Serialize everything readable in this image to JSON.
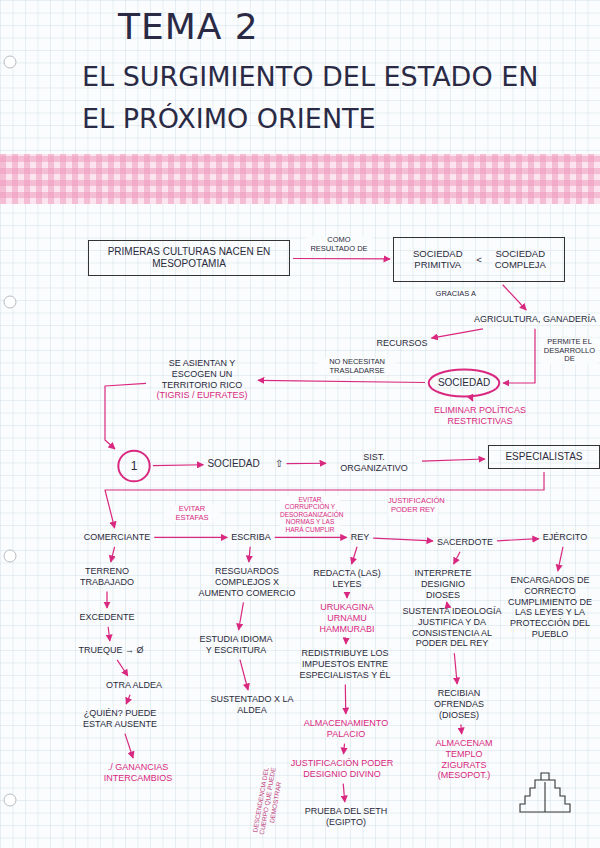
{
  "diagram": {
    "title": "TEMA 2",
    "nodes": [
      {
        "text": [
          "PRIMERAS CULTURAS NACEN EN MESOPOTAMIA"
        ]
      },
      {
        "text": [
          "SOCIEDAD PRIMITIVA",
          "<",
          "SOCIEDAD COMPLEJA"
        ]
      },
      {
        "text": [
          "AGRICULTURA, GANADERÍA"
        ]
      },
      {
        "text": [
          "RECURSOS"
        ]
      },
      {
        "text": [
          "SOCIEDAD"
        ]
      },
      {
        "text": [
          "ELIMINAR POLÍTICAS RESTRICTIVAS"
        ]
      },
      {
        "text": [
          "SE ASIENTAN Y ESCOGEN UN TERRITORIO RICO",
          "(TIGRIS / EUFRATES)"
        ]
      },
      {
        "text": [
          "1"
        ]
      },
      {
        "text": [
          "SOCIEDAD",
          "⇧"
        ]
      },
      {
        "text": [
          "SIST. ORGANIZATIVO"
        ]
      },
      {
        "text": [
          "ESPECIALISTAS"
        ]
      },
      {
        "text": [
          "COMERCIANTE"
        ]
      },
      {
        "text": [
          "ESCRIBA"
        ]
      },
      {
        "text": [
          "REY"
        ]
      },
      {
        "text": [
          "SACERDOTE"
        ]
      },
      {
        "text": [
          "EJÉRCITO"
        ]
      },
      {
        "text": [
          "TERRENO TRABAJADO"
        ]
      },
      {
        "text": [
          "EXCEDENTE"
        ]
      },
      {
        "text": [
          "TRUEQUE → Ø"
        ]
      },
      {
        "text": [
          "OTRA ALDEA"
        ]
      },
      {
        "text": [
          "¿QUIÉN? PUEDE ESTAR AUSENTE"
        ]
      },
      {
        "text": [
          "./ GANANCIAS INTERCAMBIOS"
        ]
      },
      {
        "text": [
          "RESGUARDOS COMPLEJOS X AUMENTO COMERCIO"
        ]
      },
      {
        "text": [
          "ESTUDIA IDIOMA Y ESCRITURA"
        ]
      },
      {
        "text": [
          "SUSTENTADO X LA ALDEA"
        ]
      },
      {
        "text": [
          "REDACTA (LAS) LEYES"
        ]
      },
      {
        "text": [
          "URUKAGINA URNAMU HAMMURABI"
        ]
      },
      {
        "text": [
          "REDISTRIBUYE LOS IMPUESTOS ENTRE ESPECIALISTAS Y ÉL"
        ]
      },
      {
        "text": [
          "ALMACENAMIENTO PALACIO"
        ]
      },
      {
        "text": [
          "JUSTIFICACIÓN PODER DESIGNIO DIVINO"
        ]
      },
      {
        "text": [
          "PRUEBA DEL SETH (EGIPTO)"
        ]
      },
      {
        "text": [
          "INTERPRETE DESIGNIO DIOSES"
        ]
      },
      {
        "text": [
          "SUSTENTA IDEOLOGÍA JUSTIFICA Y DA CONSISTENCIA AL PODER DEL REY"
        ]
      },
      {
        "text": [
          "RECIBIAN OFRENDAS (DIOSES)"
        ]
      },
      {
        "text": [
          "ALMACENAM TEMPLO ZIGURATS (MESOPOT.)"
        ]
      },
      {
        "text": [
          "ENCARGADOS DE CORRECTO CUMPLIMIENTO DE LAS LEYES Y LA PROTECCIÓN DEL PUEBLO"
        ]
      }
    ],
    "edges": [
      {
        "from": 0,
        "to": 1,
        "arrow": "to",
        "label": "COMO RESULTADO DE"
      },
      {
        "from": 1,
        "to": 2,
        "arrow": "to",
        "label": "GRACIAS A"
      },
      {
        "from": 2,
        "to": 3,
        "arrow": "to"
      },
      {
        "from": 2,
        "to": 4,
        "arrow": "to",
        "label": "PERMITE EL DESARROLLO DE"
      },
      {
        "from": 4,
        "to": 5,
        "arrow": "to"
      },
      {
        "from": 4,
        "to": 6,
        "arrow": "to",
        "label": "NO NECESITAN TRASLADARSE"
      },
      {
        "from": 6,
        "to": 7,
        "arrow": "to"
      },
      {
        "from": 7,
        "to": 8,
        "arrow": "to"
      },
      {
        "from": 8,
        "to": 9,
        "arrow": "to"
      },
      {
        "from": 9,
        "to": 10,
        "arrow": "to"
      },
      {
        "from": 10,
        "to": 11,
        "arrow": "to"
      },
      {
        "from": 11,
        "to": 12,
        "arrow": "to",
        "label": "EVITAR ESTAFAS"
      },
      {
        "from": 12,
        "to": 13,
        "arrow": "to",
        "label": "EVITAR CORRUPCIÓN Y DESORGANIZACIÓN NORMAS Y LAS HARÁ CUMPLIR"
      },
      {
        "from": 13,
        "to": 14,
        "arrow": "to",
        "label": "JUSTIFICACIÓN PODER REY"
      },
      {
        "from": 14,
        "to": 15,
        "arrow": "to"
      },
      {
        "from": 11,
        "to": 16,
        "arrow": "to"
      },
      {
        "from": 16,
        "to": 17,
        "arrow": "to"
      },
      {
        "from": 17,
        "to": 18,
        "arrow": "to"
      },
      {
        "from": 18,
        "to": 19,
        "arrow": "to"
      },
      {
        "from": 19,
        "to": 20,
        "arrow": "to"
      },
      {
        "from": 20,
        "to": 21,
        "arrow": "to"
      },
      {
        "from": 12,
        "to": 22,
        "arrow": "to"
      },
      {
        "from": 22,
        "to": 23,
        "arrow": "to"
      },
      {
        "from": 23,
        "to": 24,
        "arrow": "to"
      },
      {
        "from": 13,
        "to": 25,
        "arrow": "to"
      },
      {
        "from": 25,
        "to": 26,
        "arrow": "to"
      },
      {
        "from": 26,
        "to": 27,
        "arrow": "to"
      },
      {
        "from": 27,
        "to": 28,
        "arrow": "to"
      },
      {
        "from": 28,
        "to": 29,
        "arrow": "to"
      },
      {
        "from": 29,
        "to": 30,
        "arrow": "to"
      },
      {
        "from": 14,
        "to": 31,
        "arrow": "to"
      },
      {
        "from": 31,
        "to": 32,
        "arrow": "to"
      },
      {
        "from": 32,
        "to": 33,
        "arrow": "to"
      },
      {
        "from": 33,
        "to": 34,
        "arrow": "to"
      },
      {
        "from": 15,
        "to": 35,
        "arrow": "to"
      }
    ],
    "labels": [
      "EL SURGIMIENTO DEL ESTADO EN EL PRÓXIMO ORIENTE",
      "DESCENDENCIA DEL CUERPO QUE PUEDE DEMOSTRAR"
    ]
  }
}
